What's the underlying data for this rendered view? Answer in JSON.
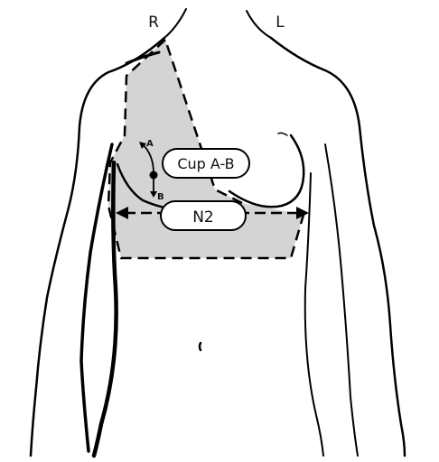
{
  "side_labels": {
    "right": "R",
    "left": "L"
  },
  "pills": {
    "cup": "Cup A-B",
    "band": "N2"
  },
  "points": {
    "a": "A",
    "b": "B"
  },
  "colors": {
    "fill": "#d4d4d4",
    "outline": "#000000",
    "pill_fill": "#ffffff"
  }
}
